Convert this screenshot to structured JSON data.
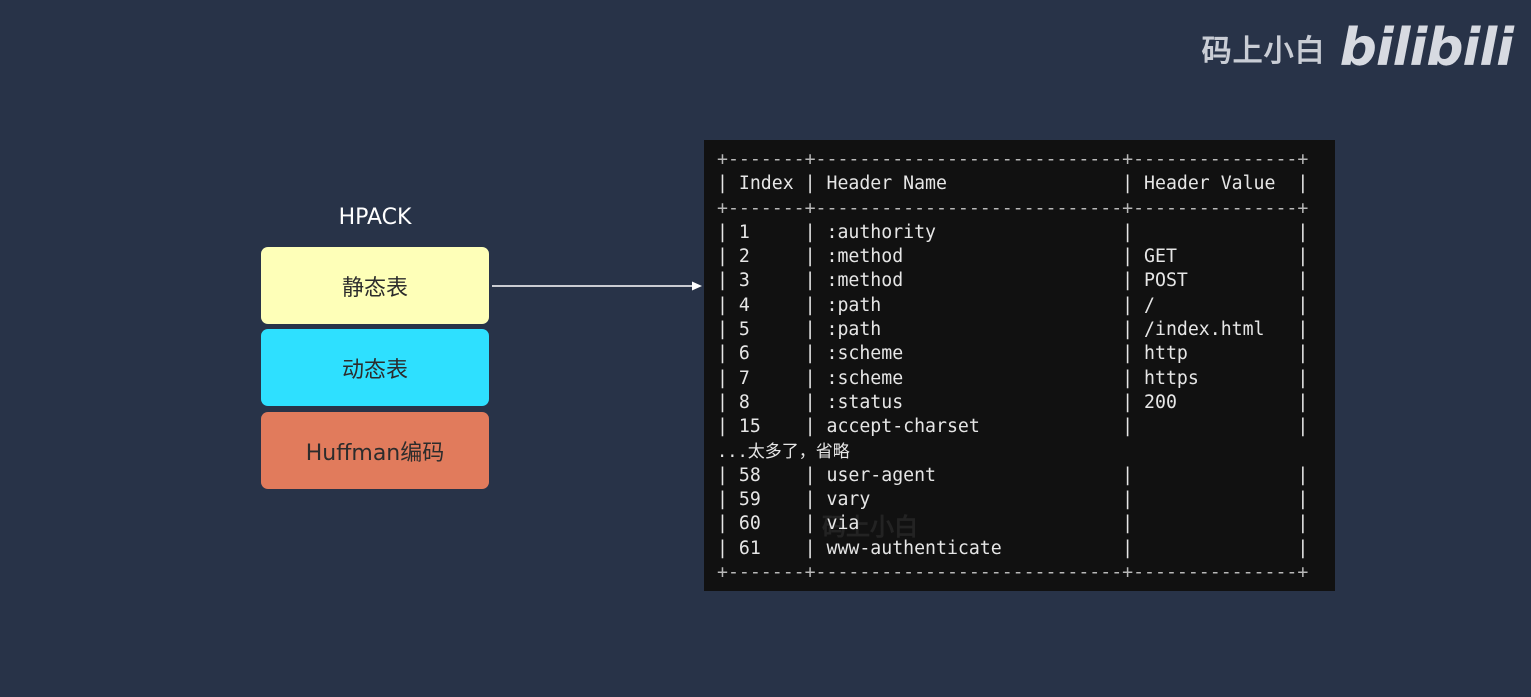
{
  "watermark": {
    "text": "码上小白",
    "logo": "bilibili"
  },
  "hpack": {
    "title": "HPACK",
    "items": [
      {
        "label": "静态表",
        "color": "#feffb8"
      },
      {
        "label": "动态表",
        "color": "#2ee0ff"
      },
      {
        "label": "Huffman编码",
        "color": "#e17b5c"
      }
    ]
  },
  "table": {
    "border_line": "+-------+----------------------------+---------------+",
    "header": "| Index | Header Name                | Header Value  |",
    "rows": [
      "| 1     | :authority                 |               |",
      "| 2     | :method                    | GET           |",
      "| 3     | :method                    | POST          |",
      "| 4     | :path                      | /             |",
      "| 5     | :path                      | /index.html   |",
      "| 6     | :scheme                    | http          |",
      "| 7     | :scheme                    | https         |",
      "| 8     | :status                    | 200           |",
      "| 15    | accept-charset             |               |"
    ],
    "ellipsis_note": "...太多了，省略",
    "rows_after": [
      "| 58    | user-agent                 |               |",
      "| 59    | vary                       |               |",
      "| 60    | via                        |               |",
      "| 61    | www-authenticate           |               |"
    ],
    "watermark": "码上小白"
  },
  "colors": {
    "background": "#283348",
    "terminal_bg": "#111111",
    "arrow": "#ffffff"
  }
}
